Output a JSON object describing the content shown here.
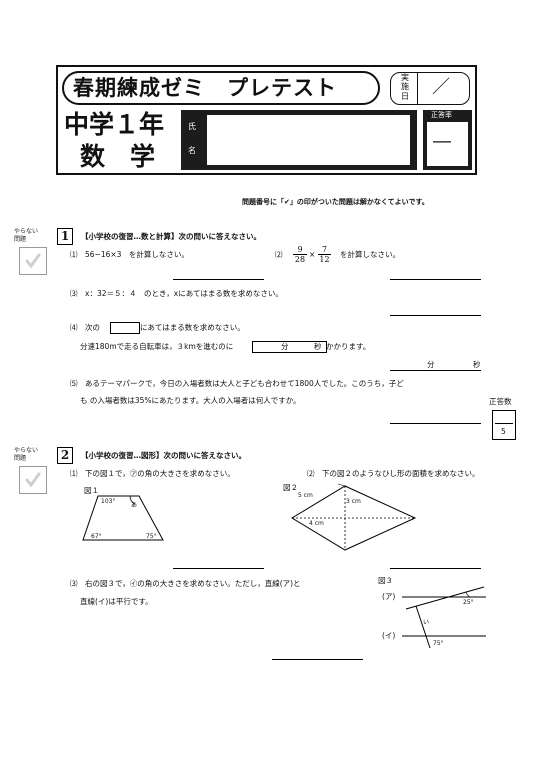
{
  "header": {
    "series": "春期練成ゼミ　プレテスト",
    "grade": "中学１年",
    "subject": "数　学",
    "name_label_1": "氏",
    "name_label_2": "名",
    "date_label_1": "実",
    "date_label_2": "施",
    "date_label_3": "日",
    "date_slash": "／",
    "rate_label": "正答率",
    "rate_value": "―"
  },
  "notice": "問題番号に「✔」の印がついた問題は解かなくてよいです。",
  "skip_label_1": "やらない",
  "skip_label_2": "問題",
  "q1": {
    "number": "1",
    "title": "【小学校の復習…数と計算】次の問いに答えなさい。",
    "p1": "⑴　56−16×3　を計算しなさい。",
    "p2_label": "⑵",
    "p2_frac1_num": "9",
    "p2_frac1_den": "28",
    "p2_times": "×",
    "p2_frac2_num": "7",
    "p2_frac2_den": "12",
    "p2_text": "を計算しなさい。",
    "p3": "⑶　x：32＝５：４　のとき，xにあてはまる数を求めなさい。",
    "p4_pre": "⑷　次の",
    "p4_post": "にあてはまる数を求めなさい。",
    "p4_line2_pre": "分速180mで走る自転車は，３kmを進むのに",
    "p4_box_min": "分",
    "p4_box_sec": "秒",
    "p4_line2_post": "かかります。",
    "p4_ans_min": "分",
    "p4_ans_sec": "秒",
    "p5_line1": "⑸　あるテーマパークで，今日の入場者数は大人と子ども合わせて1800人でした。このうち，子ど",
    "p5_line2": "も の入場者数は35%にあたります。大人の入場者は何人ですか。",
    "score_label": "正答数",
    "score_value": "5"
  },
  "q2": {
    "number": "2",
    "title": "【小学校の復習…図形】次の問いに答えなさい。",
    "p1": "⑴　下の図１で，㋐の角の大きさを求めなさい。",
    "p2": "⑵　下の図２のようなひし形の面積を求めなさい。",
    "fig1_label": "図１",
    "fig1_a103": "103°",
    "fig1_a67": "67°",
    "fig1_a75": "75°",
    "fig1_angle": "あ",
    "fig2_label": "図２",
    "fig2_5cm": "5 cm",
    "fig2_3cm": "3 cm",
    "fig2_4cm": "4 cm",
    "p3_line1": "⑶　右の図３で，㋑の角の大きさを求めなさい。ただし，直線(ア)と",
    "p3_line2": "直線(イ)は平行です。",
    "fig3_label": "図３",
    "fig3_line_a": "(ア)",
    "fig3_line_i": "(イ)",
    "fig3_a25": "25°",
    "fig3_angle": "い",
    "fig3_a75": "75°"
  },
  "colors": {
    "ink": "#111111",
    "check": "#c8c8c8",
    "frame": "#9a9a9a"
  }
}
